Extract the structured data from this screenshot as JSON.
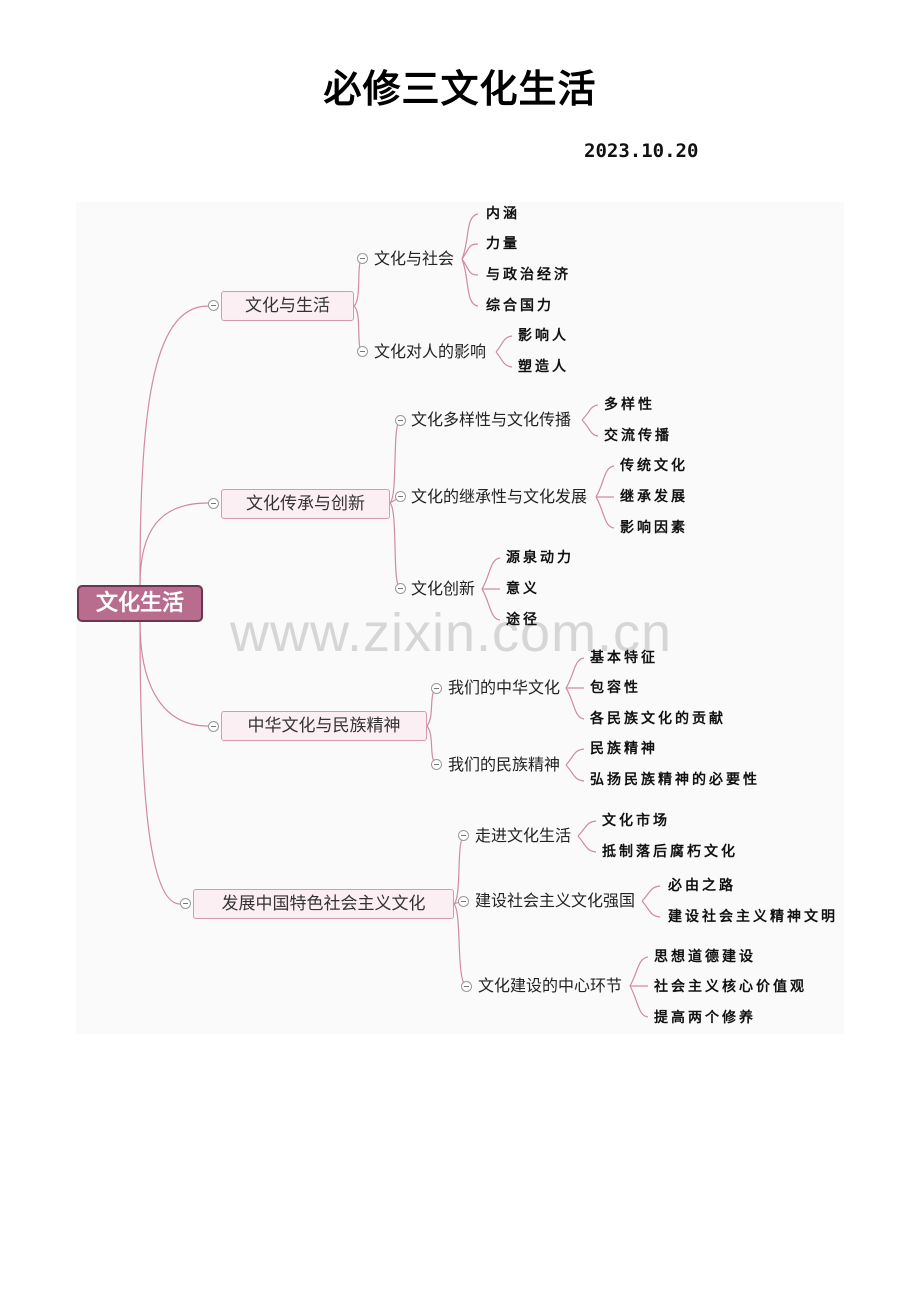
{
  "document": {
    "title": "必修三文化生活",
    "date": "2023.10.20"
  },
  "watermark": "www.zixin.com.cn",
  "colors": {
    "root_fill": "#b86d8e",
    "root_border": "#6b3550",
    "main_fill": "#fbeff4",
    "main_border": "#d49ab2",
    "connector": "#d08aa6",
    "canvas_bg": "#fafafa"
  },
  "mindmap": {
    "root": "文化生活",
    "branches": [
      {
        "label": "文化与生活",
        "children": [
          {
            "label": "文化与社会",
            "leaves": [
              "内涵",
              "力量",
              "与政治经济",
              "综合国力"
            ]
          },
          {
            "label": "文化对人的影响",
            "leaves": [
              "影响人",
              "塑造人"
            ]
          }
        ]
      },
      {
        "label": "文化传承与创新",
        "children": [
          {
            "label": "文化多样性与文化传播",
            "leaves": [
              "多样性",
              "交流传播"
            ]
          },
          {
            "label": "文化的继承性与文化发展",
            "leaves": [
              "传统文化",
              "继承发展",
              "影响因素"
            ]
          },
          {
            "label": "文化创新",
            "leaves": [
              "源泉动力",
              "意义",
              "途径"
            ]
          }
        ]
      },
      {
        "label": "中华文化与民族精神",
        "children": [
          {
            "label": "我们的中华文化",
            "leaves": [
              "基本特征",
              "包容性",
              "各民族文化的贡献"
            ]
          },
          {
            "label": "我们的民族精神",
            "leaves": [
              "民族精神",
              "弘扬民族精神的必要性"
            ]
          }
        ]
      },
      {
        "label": "发展中国特色社会主义文化",
        "children": [
          {
            "label": "走进文化生活",
            "leaves": [
              "文化市场",
              "抵制落后腐朽文化"
            ]
          },
          {
            "label": "建设社会主义文化强国",
            "leaves": [
              "必由之路",
              "建设社会主义精神文明"
            ]
          },
          {
            "label": "文化建设的中心环节",
            "leaves": [
              "思想道德建设",
              "社会主义核心价值观",
              "提高两个修养"
            ]
          }
        ]
      }
    ]
  }
}
